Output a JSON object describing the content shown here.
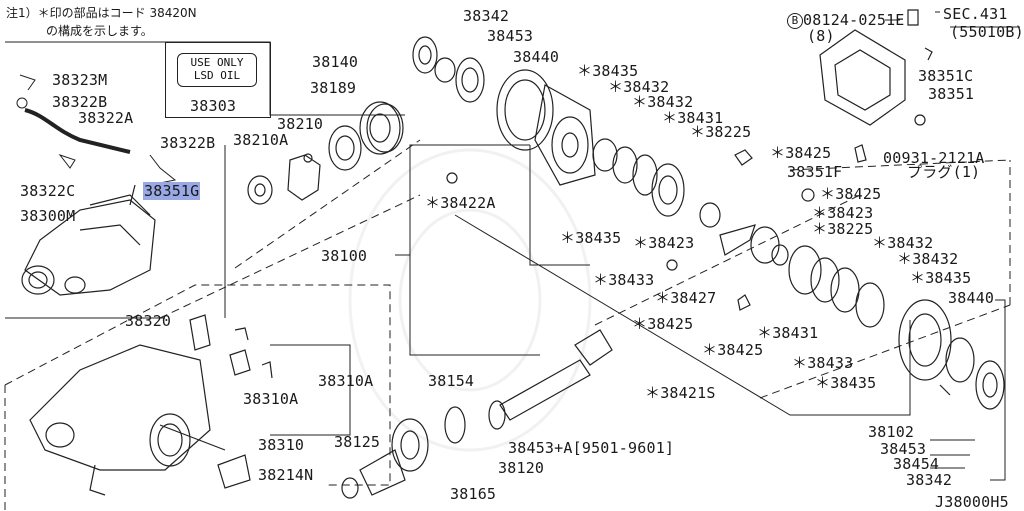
{
  "note": {
    "line1": "注1）＊印の部品はコード 38420N",
    "line2": "の構成を示します。"
  },
  "lsd_box": {
    "line1": "USE ONLY",
    "line2": "LSD OIL",
    "part": "38303"
  },
  "diagram_id": "J38000H5",
  "bolt_ref": {
    "circle": "B",
    "code": "08124-0251E",
    "qty": "(8)"
  },
  "sec_ref": {
    "line1": "SEC.431",
    "line2": "(55010B)"
  },
  "plug_ref": {
    "code": "00931-2121A",
    "desc": "プラグ(1)"
  },
  "labels": {
    "p38323M": "38323M",
    "p38322B_a": "38322B",
    "p38322A": "38322A",
    "p38322B_b": "38322B",
    "p38322C": "38322C",
    "p38351G": "38351G",
    "p38300M": "38300M",
    "p38140": "38140",
    "p38189": "38189",
    "p38210": "38210",
    "p38210A": "38210A",
    "p38342_top": "38342",
    "p38453_top": "38453",
    "p38440_top": "38440",
    "p38435_a": "＊38435",
    "p38432_a": "＊38432",
    "p38432_b": "＊38432",
    "p38431_a": "＊38431",
    "p38225_a": "＊38225",
    "p38425_a": "＊38425",
    "p38425_b": "＊38425",
    "p38422A": "＊38422A",
    "p38435_b": "＊38435",
    "p38423_a": "＊38423",
    "p38433_a": "＊38433",
    "p38427": "＊38427",
    "p38425_c": "＊38425",
    "p38425_d": "＊38425",
    "p38423_b": "＊38423",
    "p38225_b": "＊38225",
    "p38432_c": "＊38432",
    "p38432_d": "＊38432",
    "p38435_c": "＊38435",
    "p38431_b": "＊38431",
    "p38433_b": "＊38433",
    "p38435_d": "＊38435",
    "p38421S": "＊38421S",
    "p38351C": "38351C",
    "p38351": "38351",
    "p38351F": "38351F",
    "p38100": "38100",
    "p38320": "38320",
    "p38310A_a": "38310A",
    "p38310A_b": "38310A",
    "p38310": "38310",
    "p38214N": "38214N",
    "p38154": "38154",
    "p38453A": "38453+A[9501-9601]",
    "p38125": "38125",
    "p38120": "38120",
    "p38165": "38165",
    "p38440_r": "38440",
    "p38102": "38102",
    "p38453_r": "38453",
    "p38454": "38454",
    "p38342_r": "38342"
  }
}
